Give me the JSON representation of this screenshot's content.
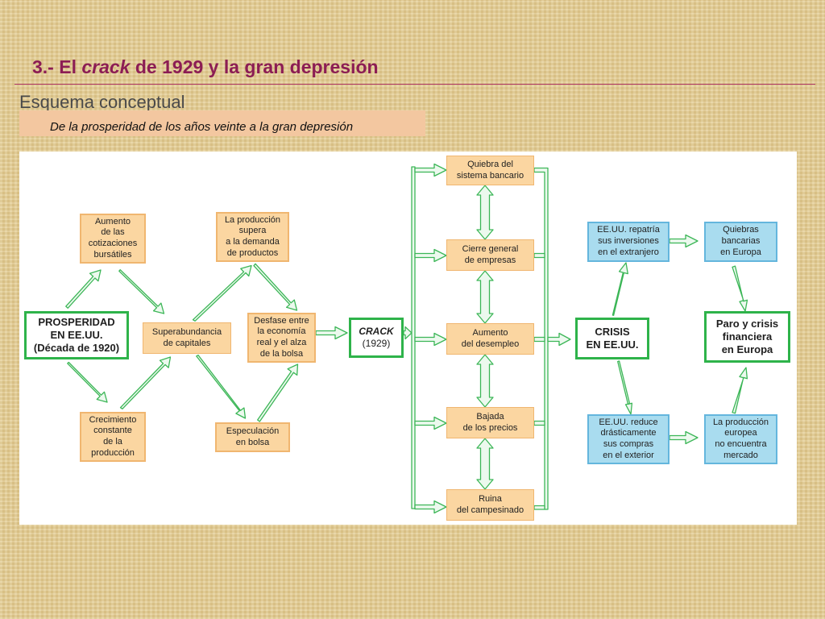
{
  "header": {
    "title_prefix": "3.- El ",
    "title_em": "crack",
    "title_suffix": " de 1929 y la gran depresión",
    "subtitle": "Esquema conceptual",
    "band_text": "De la prosperidad de los años veinte a la gran depresión"
  },
  "diagram": {
    "prosperidad": {
      "line1": "PROSPERIDAD",
      "line2": "EN EE.UU.",
      "line3": "(Década de 1920)"
    },
    "aumento_cotizaciones": "Aumento\nde las\ncotizaciones\nbursátiles",
    "crecimiento": "Crecimiento\nconstante\nde la\nproducción",
    "superabundancia": "Superabundancia\nde capitales",
    "produccion_supera": "La producción\nsupera\na la demanda\nde productos",
    "desfase": "Desfase entre\nla economía\nreal y el alza\nde la bolsa",
    "especulacion": "Especulación\nen bolsa",
    "crack": {
      "line1": "CRACK",
      "line2": "(1929)"
    },
    "quiebra_bancario": "Quiebra del\nsistema bancario",
    "cierre_empresas": "Cierre general\nde empresas",
    "aumento_desempleo": "Aumento\ndel desempleo",
    "bajada_precios": "Bajada\nde los precios",
    "ruina_campesinado": "Ruina\ndel campesinado",
    "crisis_eeuu": "CRISIS\nEN EE.UU.",
    "repatria": "EE.UU. repatría\nsus inversiones\nen el extranjero",
    "reduce_compras": "EE.UU. reduce\ndrásticamente\nsus compras\nen el exterior",
    "quiebras_europa": "Quiebras\nbancarias\nen Europa",
    "produccion_europea": "La producción\neuropea\nno encuentra\nmercado",
    "paro_crisis": "Paro y crisis\nfinanciera\nen Europa"
  }
}
